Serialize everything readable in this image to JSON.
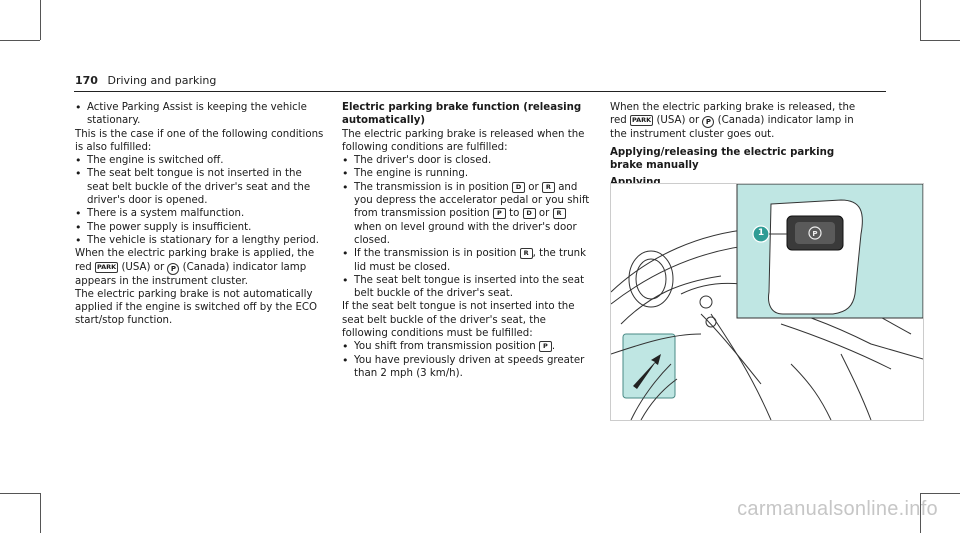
{
  "header": {
    "page_number": "170",
    "section": "Driving and parking"
  },
  "col1": {
    "intro_bullet": "Active Parking Assist is keeping the vehicle stationary.",
    "conditions_intro": "This is the case if one of the following conditions is also fulfilled:",
    "bullets": [
      "The engine is switched off.",
      "The seat belt tongue is not inserted in the seat belt buckle of the driver's seat and the driver's door is opened.",
      "There is a system malfunction.",
      "The power supply is insufficient.",
      "The vehicle is stationary for a lengthy period."
    ],
    "applied_a": "When the electric parking brake is applied, the red",
    "applied_b": "(USA) or",
    "applied_c": "(Canada) indicator lamp appears in the instrument cluster.",
    "not_auto": "The electric parking brake is not automatically applied if the engine is switched off by the ECO start/stop function."
  },
  "col2": {
    "heading": "Electric parking brake function (releasing automatically)",
    "intro": "The electric parking brake is released when the following conditions are fulfilled:",
    "b1": "The driver's door is closed.",
    "b2": "The engine is running.",
    "b3_a": "The transmission is in position",
    "b3_b": "or",
    "b3_c": "and you depress the accelerator pedal or you shift from transmission position",
    "b3_d": "to",
    "b3_e": "or",
    "b3_f": "when on level ground with the driver's door closed.",
    "b4_a": "If the transmission is in position",
    "b4_b": ", the trunk lid must be closed.",
    "b5": "The seat belt tongue is inserted into the seat belt buckle of the driver's seat.",
    "para": "If the seat belt tongue is not inserted into the seat belt buckle of the driver's seat, the following conditions must be fulfilled:",
    "b6_a": "You shift from transmission position",
    "b6_b": ".",
    "b7": "You have previously driven at speeds greater than 2 mph (3 km/h)."
  },
  "col3": {
    "released_a": "When the electric parking brake is released, the red",
    "released_b": "(USA) or",
    "released_c": "(Canada) indicator lamp in the instrument cluster goes out.",
    "heading": "Applying/releasing the electric parking brake manually",
    "subheading": "Applying"
  },
  "icons": {
    "park_usa": "PARK",
    "park_canada": "P",
    "gear_d": "D",
    "gear_r": "R",
    "gear_p": "P",
    "callout": "1"
  },
  "watermark": "carmanualsonline.info",
  "colors": {
    "highlight": "#bfe6e3",
    "outline": "#2a2a2a"
  }
}
